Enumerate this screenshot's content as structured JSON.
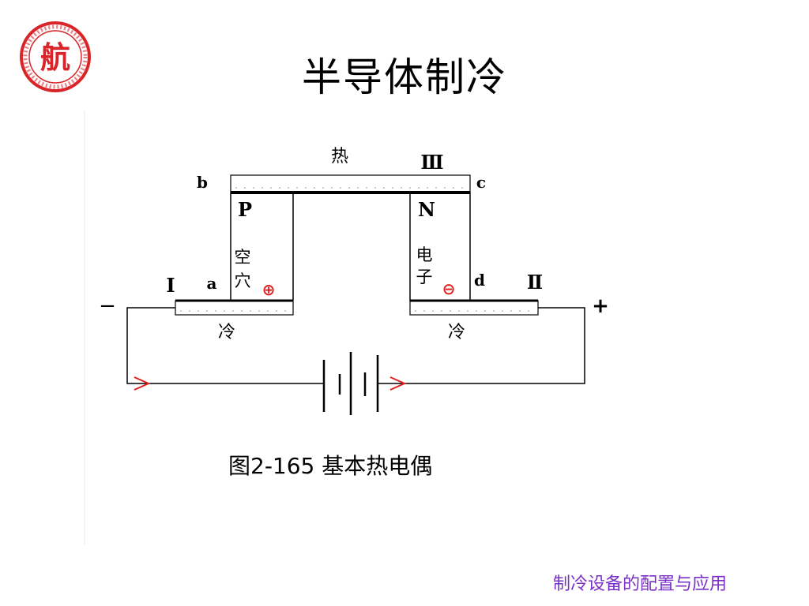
{
  "slide": {
    "title": "半导体制冷",
    "footer": "制冷设备的配置与应用"
  },
  "logo": {
    "icon": "seal-logo-icon",
    "color": "#d9252a",
    "glyph": "航"
  },
  "diagram": {
    "caption": "图2-165 基本热电偶",
    "labels": {
      "hot": "热",
      "cold_left": "冷",
      "cold_right": "冷",
      "junction_a": "a",
      "junction_b": "b",
      "junction_c": "c",
      "junction_d": "d",
      "p_type": "P",
      "n_type": "N",
      "hole_1": "空",
      "hole_2": "穴",
      "electron_1": "电",
      "electron_2": "子",
      "plate_I": "Ⅰ",
      "plate_II": "Ⅱ",
      "plate_III": "Ⅲ",
      "minus": "−",
      "plus": "+",
      "positive_charge": "⊕",
      "negative_charge": "⊖"
    },
    "colors": {
      "charge": "#e02020",
      "arrow": "#e02020",
      "line": "#000000"
    }
  }
}
